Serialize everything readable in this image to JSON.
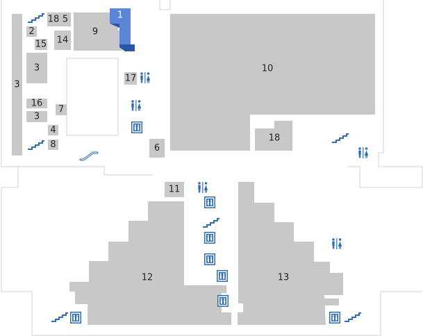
{
  "units": {
    "u1": "1",
    "u2": "2",
    "u3a": "3",
    "u3b": "3",
    "u3c": "3",
    "u4": "4",
    "u5": "5",
    "u6": "6",
    "u7": "7",
    "u8": "8",
    "u9": "9",
    "u10": "10",
    "u11": "11",
    "u12": "12",
    "u13": "13",
    "u14": "14",
    "u15": "15",
    "u16": "16",
    "u17": "17",
    "u18a": "18",
    "u18b": "18"
  },
  "highlight": {
    "unit": "1",
    "color": "#5a86d8"
  },
  "icons": {
    "restroom": "restroom-icon",
    "elevator": "elevator-icon",
    "stairs": "stairs-icon",
    "escalator": "escalator-icon"
  },
  "colors": {
    "shop": "#c8c8c8",
    "icon": "#2f6db5",
    "outline": "#d2d2d2"
  }
}
